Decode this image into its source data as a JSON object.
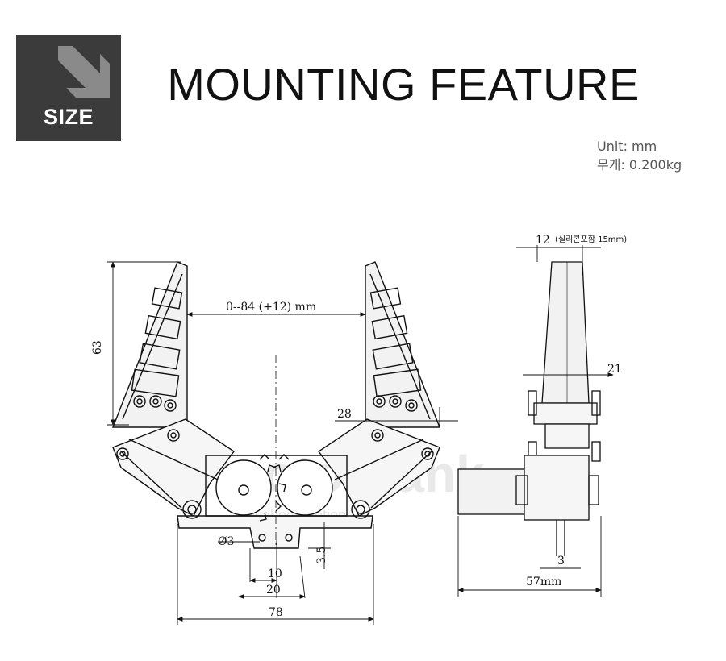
{
  "badge": {
    "label": "SIZE",
    "icon": "arrow-down-right-icon"
  },
  "header": {
    "title": "MOUNTING FEATURE"
  },
  "specs": {
    "unit": "Unit: mm",
    "weight": "무게: 0.200kg"
  },
  "watermark": {
    "brand": "motorbank",
    "sub": "All about motion"
  },
  "dimensions": {
    "opening": "0--84 (+12) mm",
    "height": "63",
    "jaw_offset": "28",
    "hole_dia": "Ø3",
    "hole_spacing_1": "10",
    "hole_spacing_2": "20",
    "hole_offset": "3.5",
    "base_width": "78",
    "side_width": "12",
    "side_note": "(실리콘포함 15mm)",
    "side_21": "21",
    "side_3": "3",
    "side_depth": "57mm"
  },
  "colors": {
    "badge_bg": "#3b3b3b",
    "line": "#111111",
    "watermark": "#cfcfcf"
  }
}
